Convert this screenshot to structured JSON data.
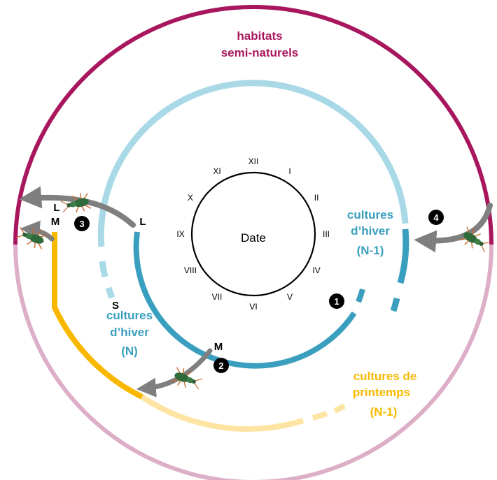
{
  "colors": {
    "habitat": "#a8175e",
    "habitat_light": "#ddaec8",
    "winter_light": "#a9d9e7",
    "winter_dark": "#3a9fbf",
    "spring": "#f9b800",
    "spring_light": "#fde4a2",
    "arrow": "#7f7f7f",
    "clock": "#000000"
  },
  "labels": {
    "habitats_line1": "habitats",
    "habitats_line2": "semi-naturels",
    "winter_prev_line1": "cultures",
    "winter_prev_line2": "d’hiver",
    "winter_prev_line3": "(N-1)",
    "winter_curr_line1": "cultures",
    "winter_curr_line2": "d’hiver",
    "winter_curr_line3": "(N)",
    "spring_line1": "cultures de",
    "spring_line2": "printemps",
    "spring_line3": "(N-1)",
    "clock_center": "Date"
  },
  "months": [
    "I",
    "II",
    "III",
    "IV",
    "V",
    "VI",
    "VII",
    "VIII",
    "IX",
    "X",
    "XI",
    "XII"
  ],
  "markers": {
    "L_top": "L",
    "M_top": "M",
    "L_inner": "L",
    "S_inner": "S",
    "M_bottom": "M"
  },
  "steps": [
    "1",
    "2",
    "3",
    "4"
  ],
  "icons": [
    "beetle-icon",
    "beetle-icon",
    "beetle-icon",
    "beetle-icon"
  ]
}
